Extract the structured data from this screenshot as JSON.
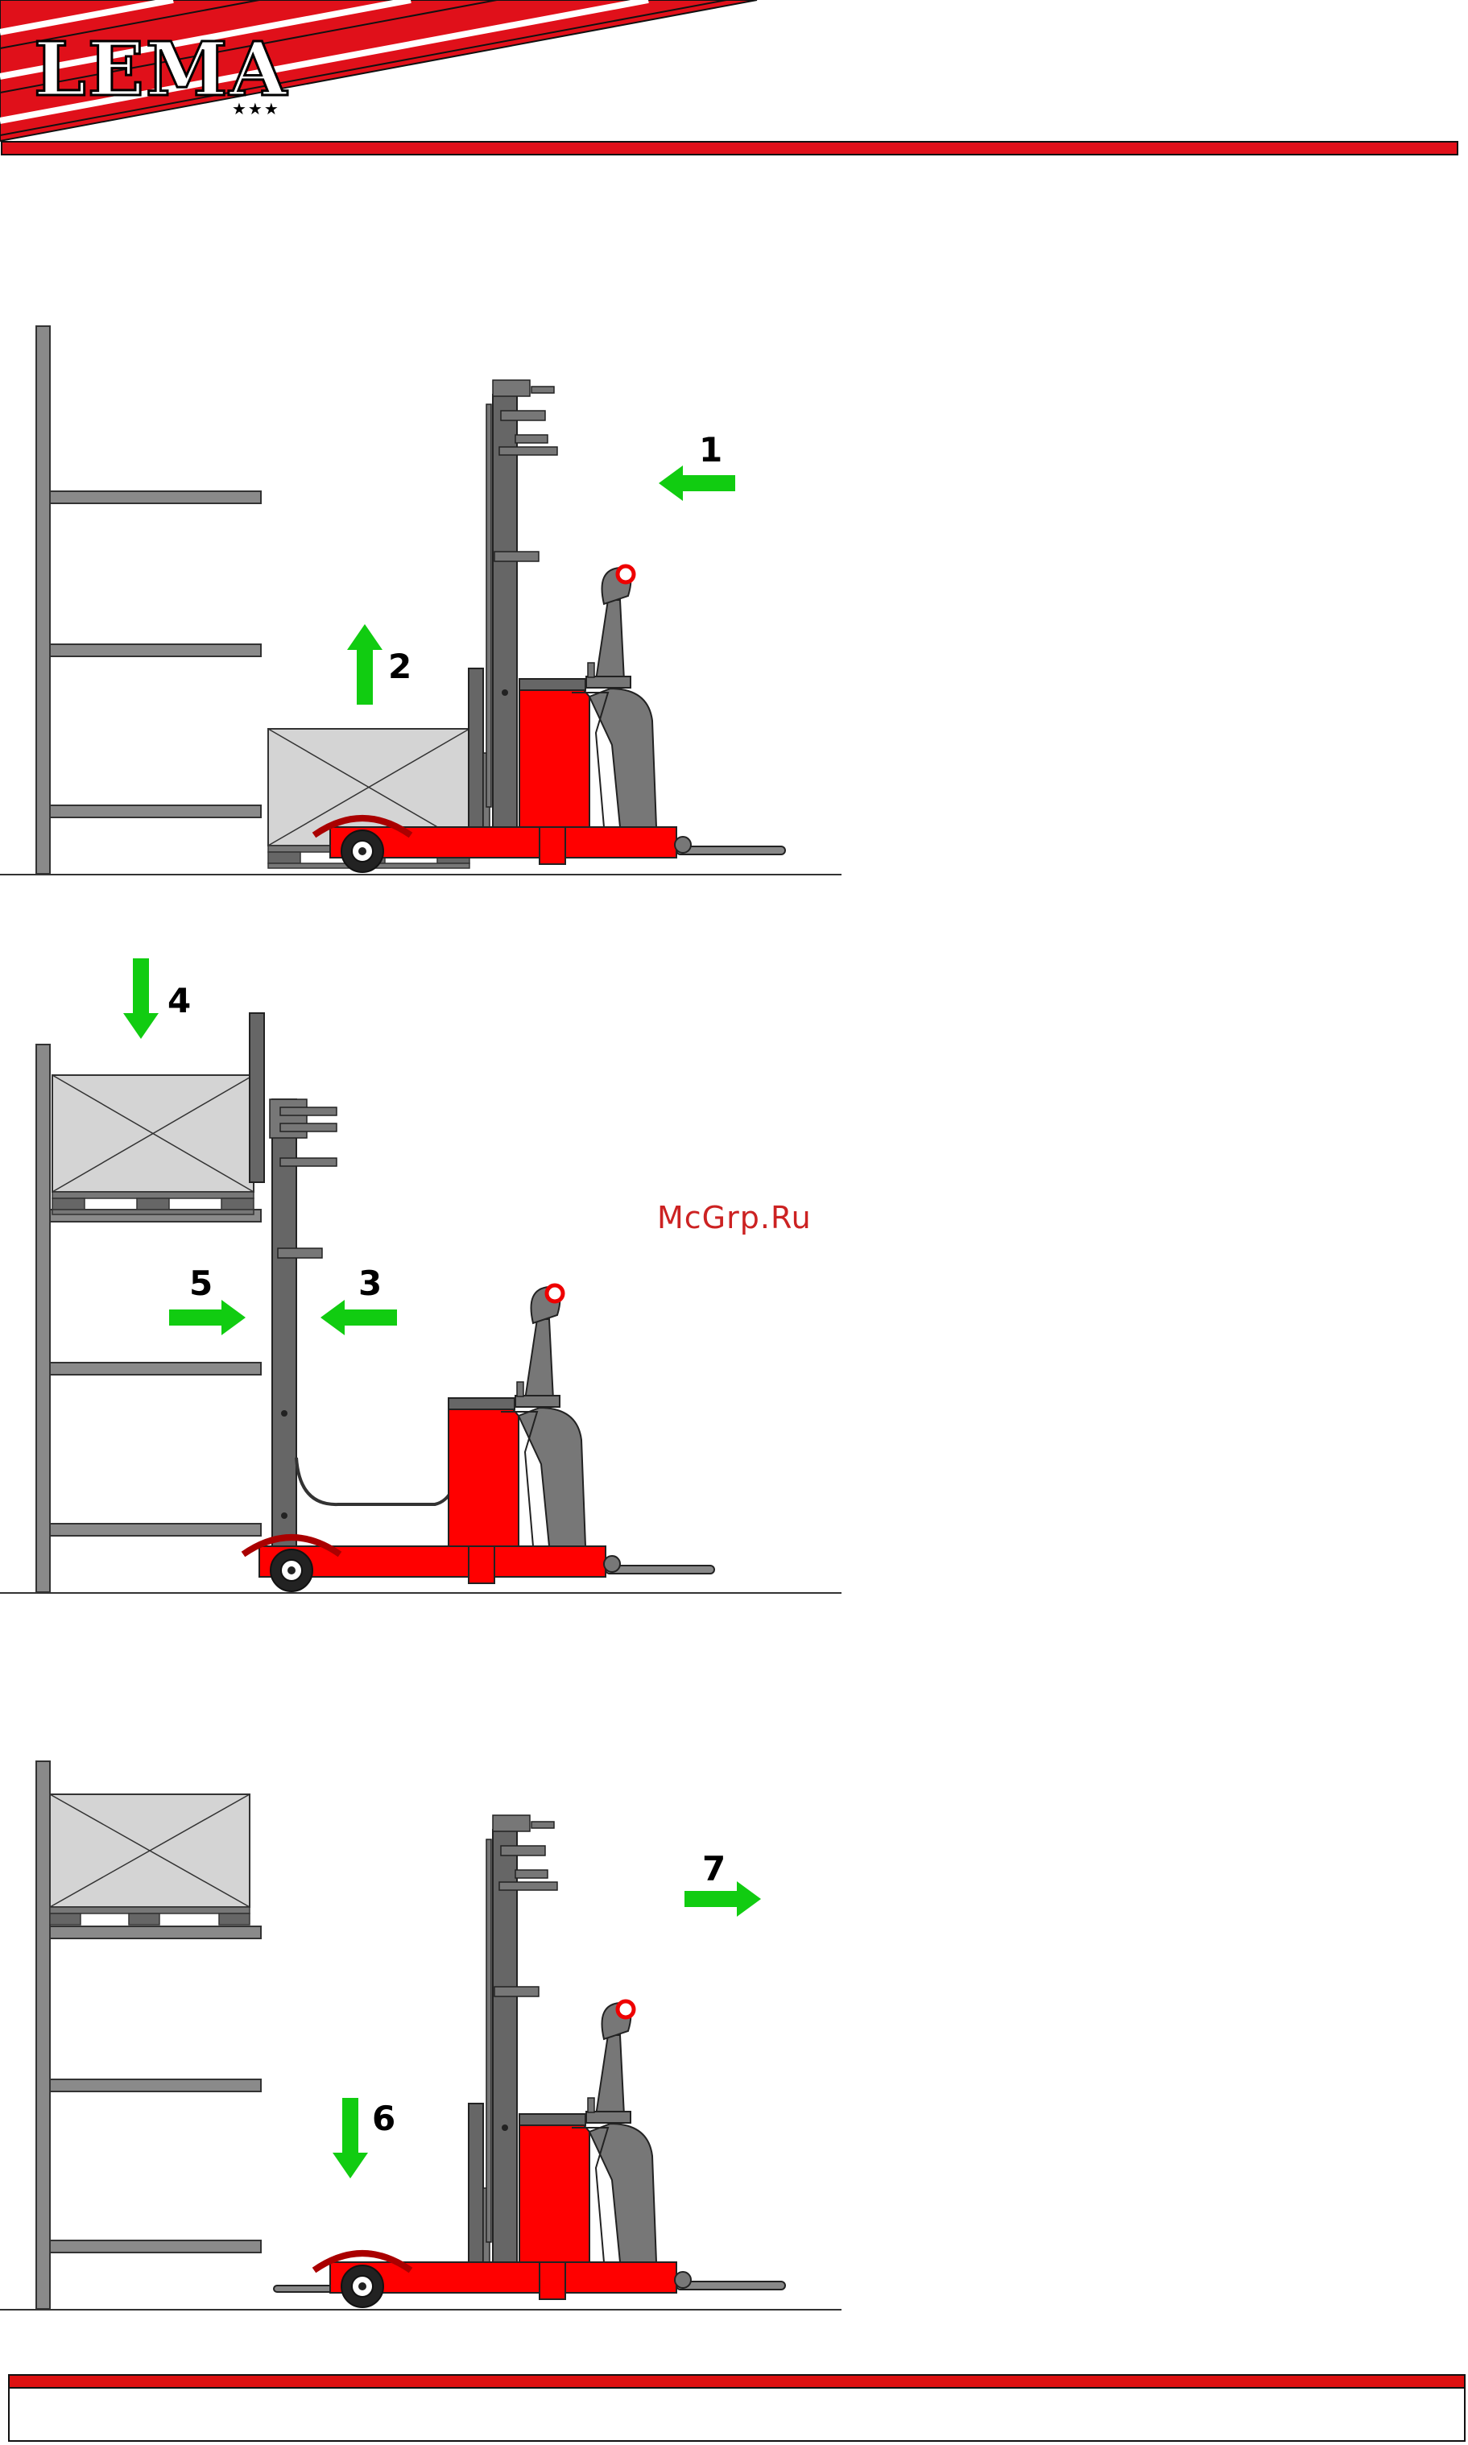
{
  "header": {
    "logo_text": "LEMA",
    "logo_stars": "★★★",
    "brand_red": "#e0101a"
  },
  "watermark": {
    "text": "McGrp.Ru"
  },
  "steps": {
    "s1": "1",
    "s2": "2",
    "s3": "3",
    "s4": "4",
    "s5": "5",
    "s6": "6",
    "s7": "7"
  },
  "colors": {
    "arrow_green": "#11cc11",
    "truck_red": "#ff0000",
    "mast_grey": "#555555",
    "load_grey": "#d4d4d4"
  }
}
